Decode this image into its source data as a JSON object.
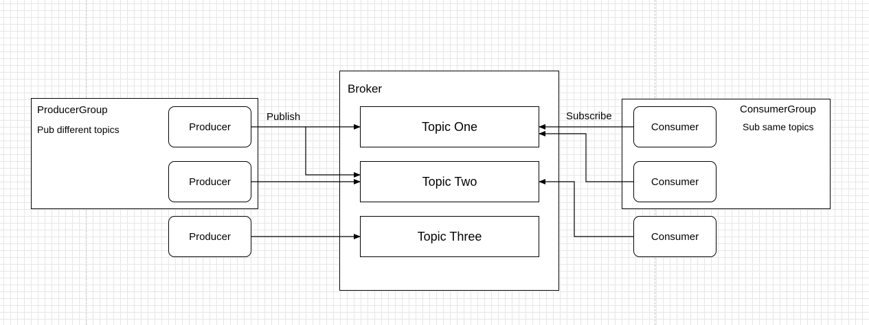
{
  "producer_group": {
    "title": "ProducerGroup",
    "subtitle": "Pub different topics"
  },
  "consumer_group": {
    "title": "ConsumerGroup",
    "subtitle": "Sub same topics"
  },
  "broker": {
    "title": "Broker",
    "topics": [
      "Topic One",
      "Topic Two",
      "Topic Three"
    ]
  },
  "producers": [
    "Producer",
    "Producer",
    "Producer"
  ],
  "consumers": [
    "Consumer",
    "Consumer",
    "Consumer"
  ],
  "edge_labels": {
    "publish": "Publish",
    "subscribe": "Subscribe"
  },
  "colors": {
    "stroke": "#000000",
    "grid": "#e6e6e6",
    "background": "#ffffff"
  }
}
